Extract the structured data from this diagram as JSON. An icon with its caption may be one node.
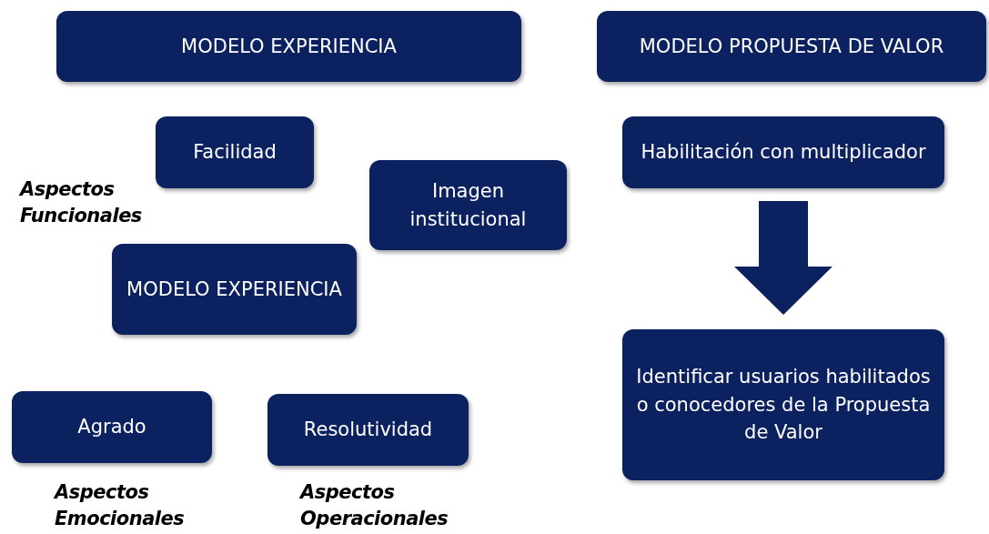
{
  "diagram": {
    "nodes": [
      {
        "text": [
          "MODELO EXPERIENCIA"
        ]
      },
      {
        "text": [
          "MODELO PROPUESTA DE VALOR"
        ]
      },
      {
        "text": [
          "Facilidad"
        ]
      },
      {
        "text": [
          "Imagen institucional"
        ]
      },
      {
        "text": [
          "MODELO EXPERIENCIA"
        ]
      },
      {
        "text": [
          "Habilitación con multiplicador"
        ]
      },
      {
        "text": [
          "Identificar usuarios habilitados o conocedores de la Propuesta de Valor"
        ]
      },
      {
        "text": [
          "Agrado"
        ]
      },
      {
        "text": [
          "Resolutividad"
        ]
      }
    ],
    "edges": [
      {
        "from": 5,
        "to": 6,
        "arrow": "to"
      }
    ],
    "labels": [
      "Aspectos Funcionales",
      "Aspectos Emocionales",
      "Aspectos Operacionales"
    ]
  }
}
